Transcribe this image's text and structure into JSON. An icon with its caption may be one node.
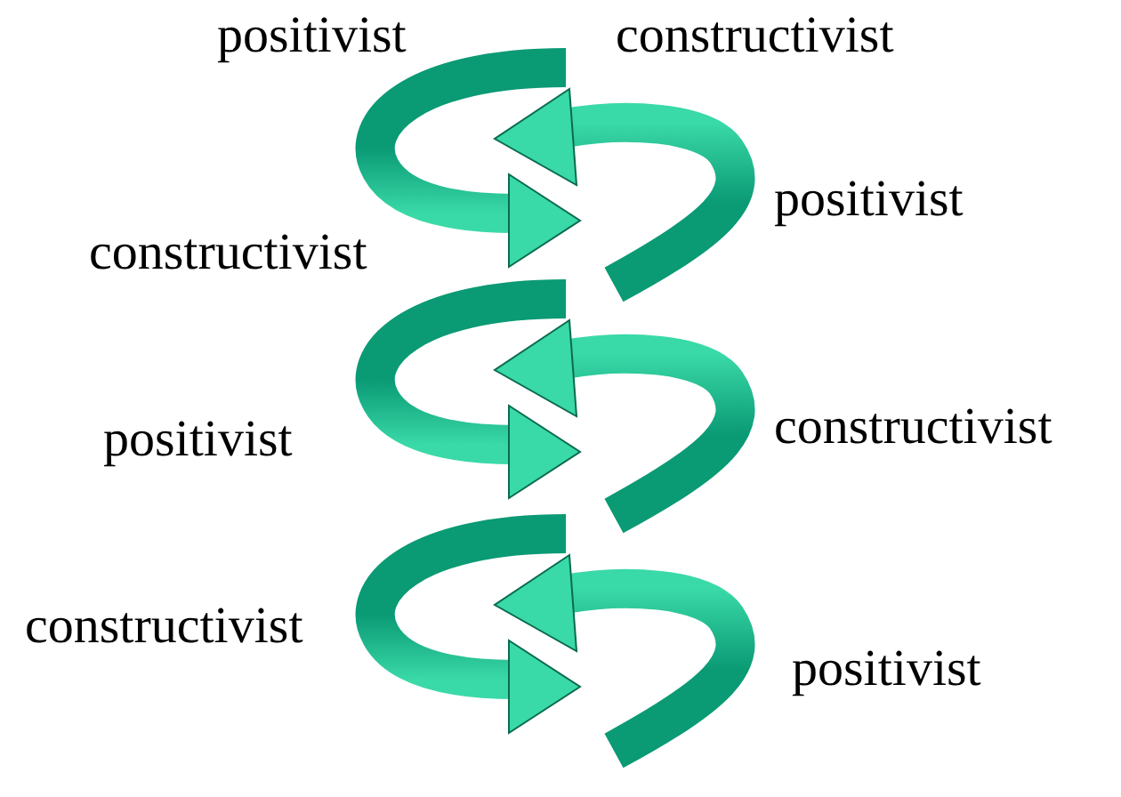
{
  "diagram": {
    "labels": [
      "positivist",
      "constructivist",
      "positivist",
      "constructivist",
      "positivist",
      "constructivist",
      "constructivist",
      "positivist"
    ]
  }
}
